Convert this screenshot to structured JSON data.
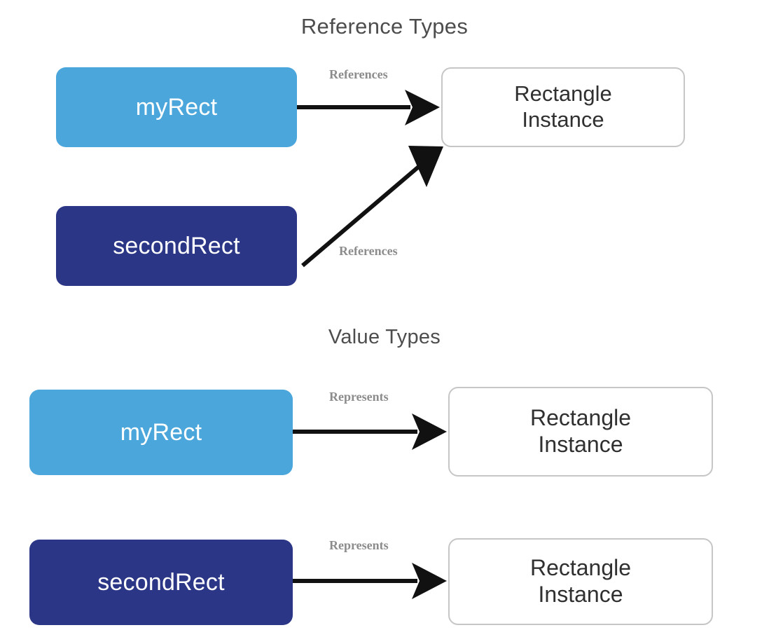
{
  "diagram": {
    "title_reference": "Reference Types",
    "title_value": "Value Types",
    "sections": [
      {
        "id": "reference-types",
        "title": "Reference Types",
        "rows": [
          {
            "variable": "myRect",
            "variable_color": "#4aa6db",
            "edge_label": "References",
            "target_line1": "Rectangle",
            "target_line2": "Instance"
          },
          {
            "variable": "secondRect",
            "variable_color": "#2c3687",
            "edge_label": "References",
            "target_line1": "Rectangle",
            "target_line2": "Instance"
          }
        ]
      },
      {
        "id": "value-types",
        "title": "Value Types",
        "rows": [
          {
            "variable": "myRect",
            "variable_color": "#4aa6db",
            "edge_label": "Represents",
            "target_line1": "Rectangle",
            "target_line2": "Instance"
          },
          {
            "variable": "secondRect",
            "variable_color": "#2c3687",
            "edge_label": "Represents",
            "target_line1": "Rectangle",
            "target_line2": "Instance"
          }
        ]
      }
    ],
    "colors": {
      "light_blue": "#4aa6db",
      "dark_blue": "#2c3687",
      "instance_border": "#c6c6c6",
      "arrow": "#111111",
      "title_text": "#4d4d4d",
      "edge_label_text": "#8c8c8c",
      "background": "#ffffff"
    },
    "icons": {
      "arrow_right": "arrow-right-icon",
      "arrow_diagonal": "arrow-up-right-icon"
    }
  }
}
